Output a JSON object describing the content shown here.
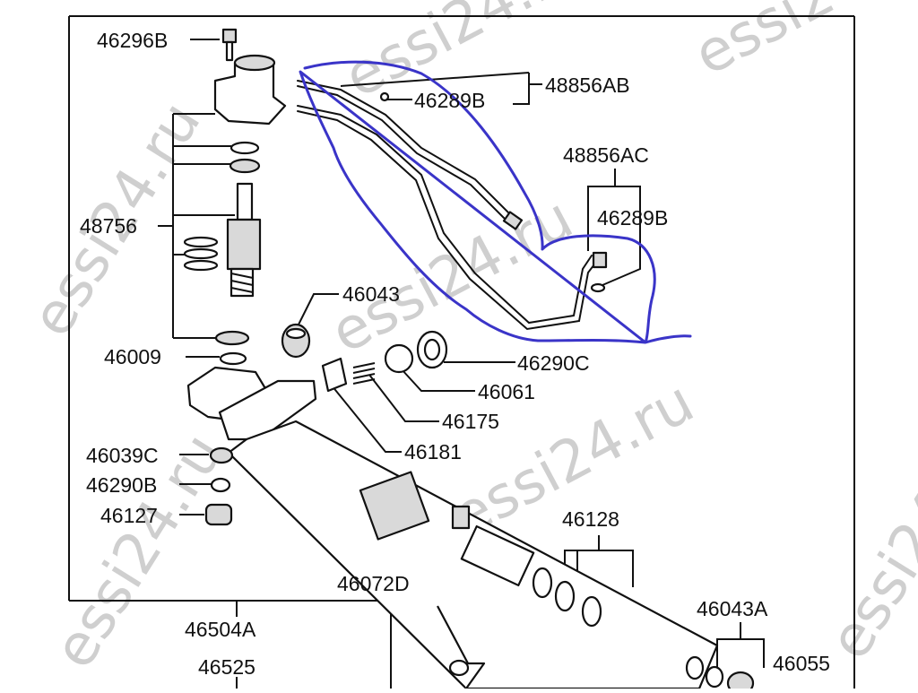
{
  "labels": {
    "l46296B": "46296B",
    "l48856AB": "48856AB",
    "l46289B_top": "46289B",
    "l48856AC": "48856AC",
    "l46289B_right": "46289B",
    "l48756": "48756",
    "l46043": "46043",
    "l46009": "46009",
    "l46290C": "46290C",
    "l46061": "46061",
    "l46175": "46175",
    "l46181": "46181",
    "l46039C": "46039C",
    "l46290B": "46290B",
    "l46127": "46127",
    "l46128": "46128",
    "l46072D": "46072D",
    "l46504A": "46504A",
    "l46043A": "46043A",
    "l46525": "46525",
    "l46055": "46055"
  },
  "watermark": "essi24.ru",
  "colors": {
    "annotation": "#3a34c8",
    "linework": "#111111",
    "watermark": "#cfcfcf"
  }
}
